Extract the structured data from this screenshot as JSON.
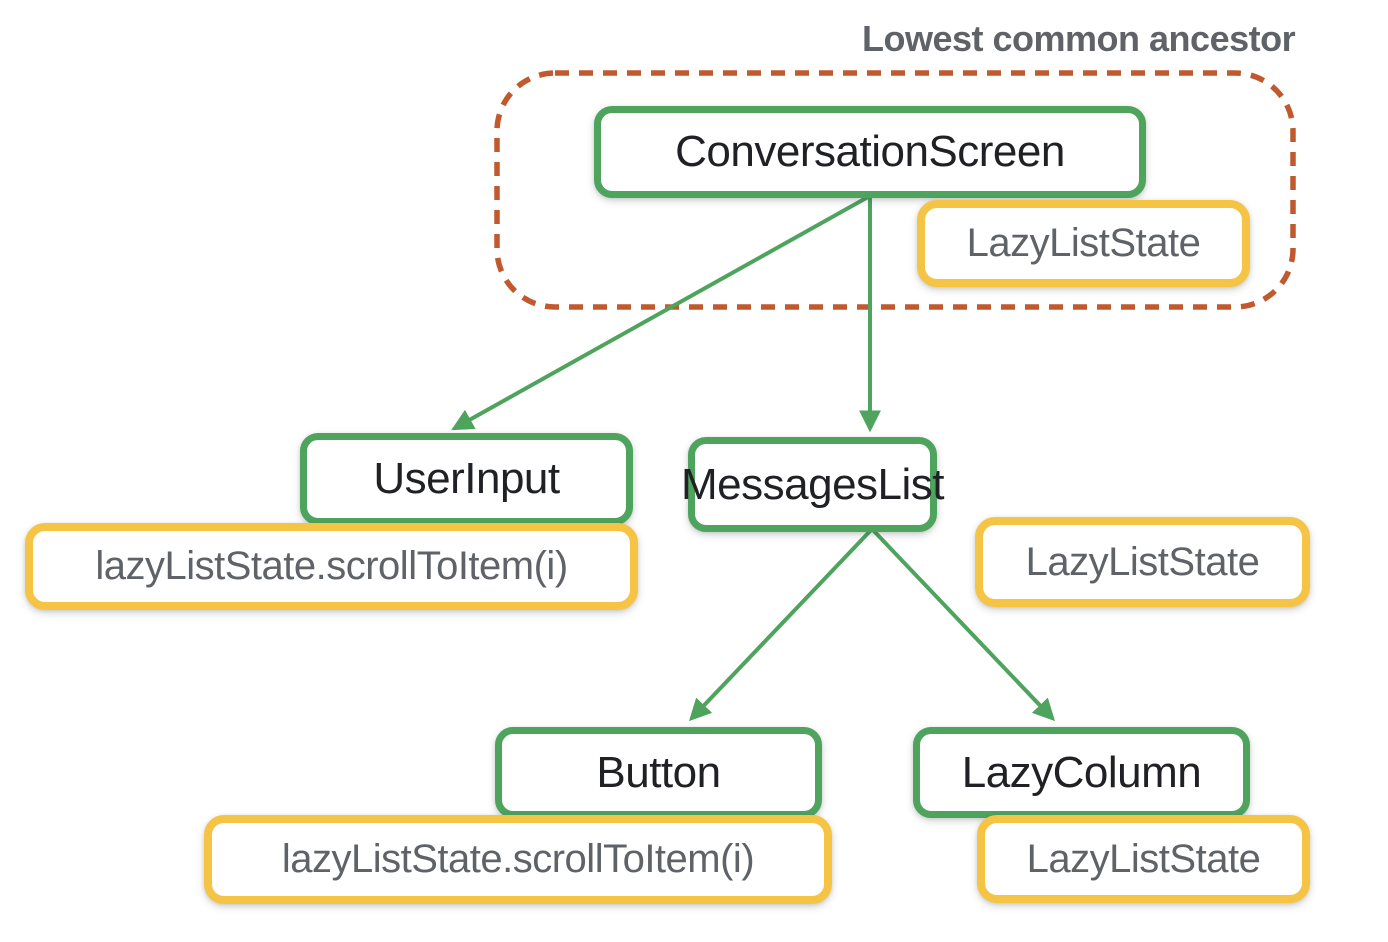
{
  "title": "Lowest common ancestor",
  "colors": {
    "composable_border_green": "#4ea35d",
    "state_border_yellow": "#f6c445",
    "ancestor_region_orange": "#c05a2e",
    "state_text_gray": "#5f6368",
    "composable_text_black": "#202124",
    "title_gray": "#5f6368"
  },
  "region": {
    "name": "lowest-common-ancestor-region"
  },
  "nodes": {
    "conversation_screen": {
      "label": "ConversationScreen"
    },
    "user_input": {
      "label": "UserInput"
    },
    "messages_list": {
      "label": "MessagesList"
    },
    "button": {
      "label": "Button"
    },
    "lazy_column": {
      "label": "LazyColumn"
    }
  },
  "states": {
    "hoisted_state": {
      "label": "LazyListState"
    },
    "messages_list_state": {
      "label": "LazyListState"
    },
    "lazy_column_state": {
      "label": "LazyListState"
    },
    "user_input_call": {
      "label": "lazyListState.scrollToItem(i)"
    },
    "button_call": {
      "label": "lazyListState.scrollToItem(i)"
    }
  },
  "edges": [
    {
      "from": "ConversationScreen",
      "to": "UserInput"
    },
    {
      "from": "ConversationScreen",
      "to": "MessagesList"
    },
    {
      "from": "MessagesList",
      "to": "Button"
    },
    {
      "from": "MessagesList",
      "to": "LazyColumn"
    }
  ]
}
